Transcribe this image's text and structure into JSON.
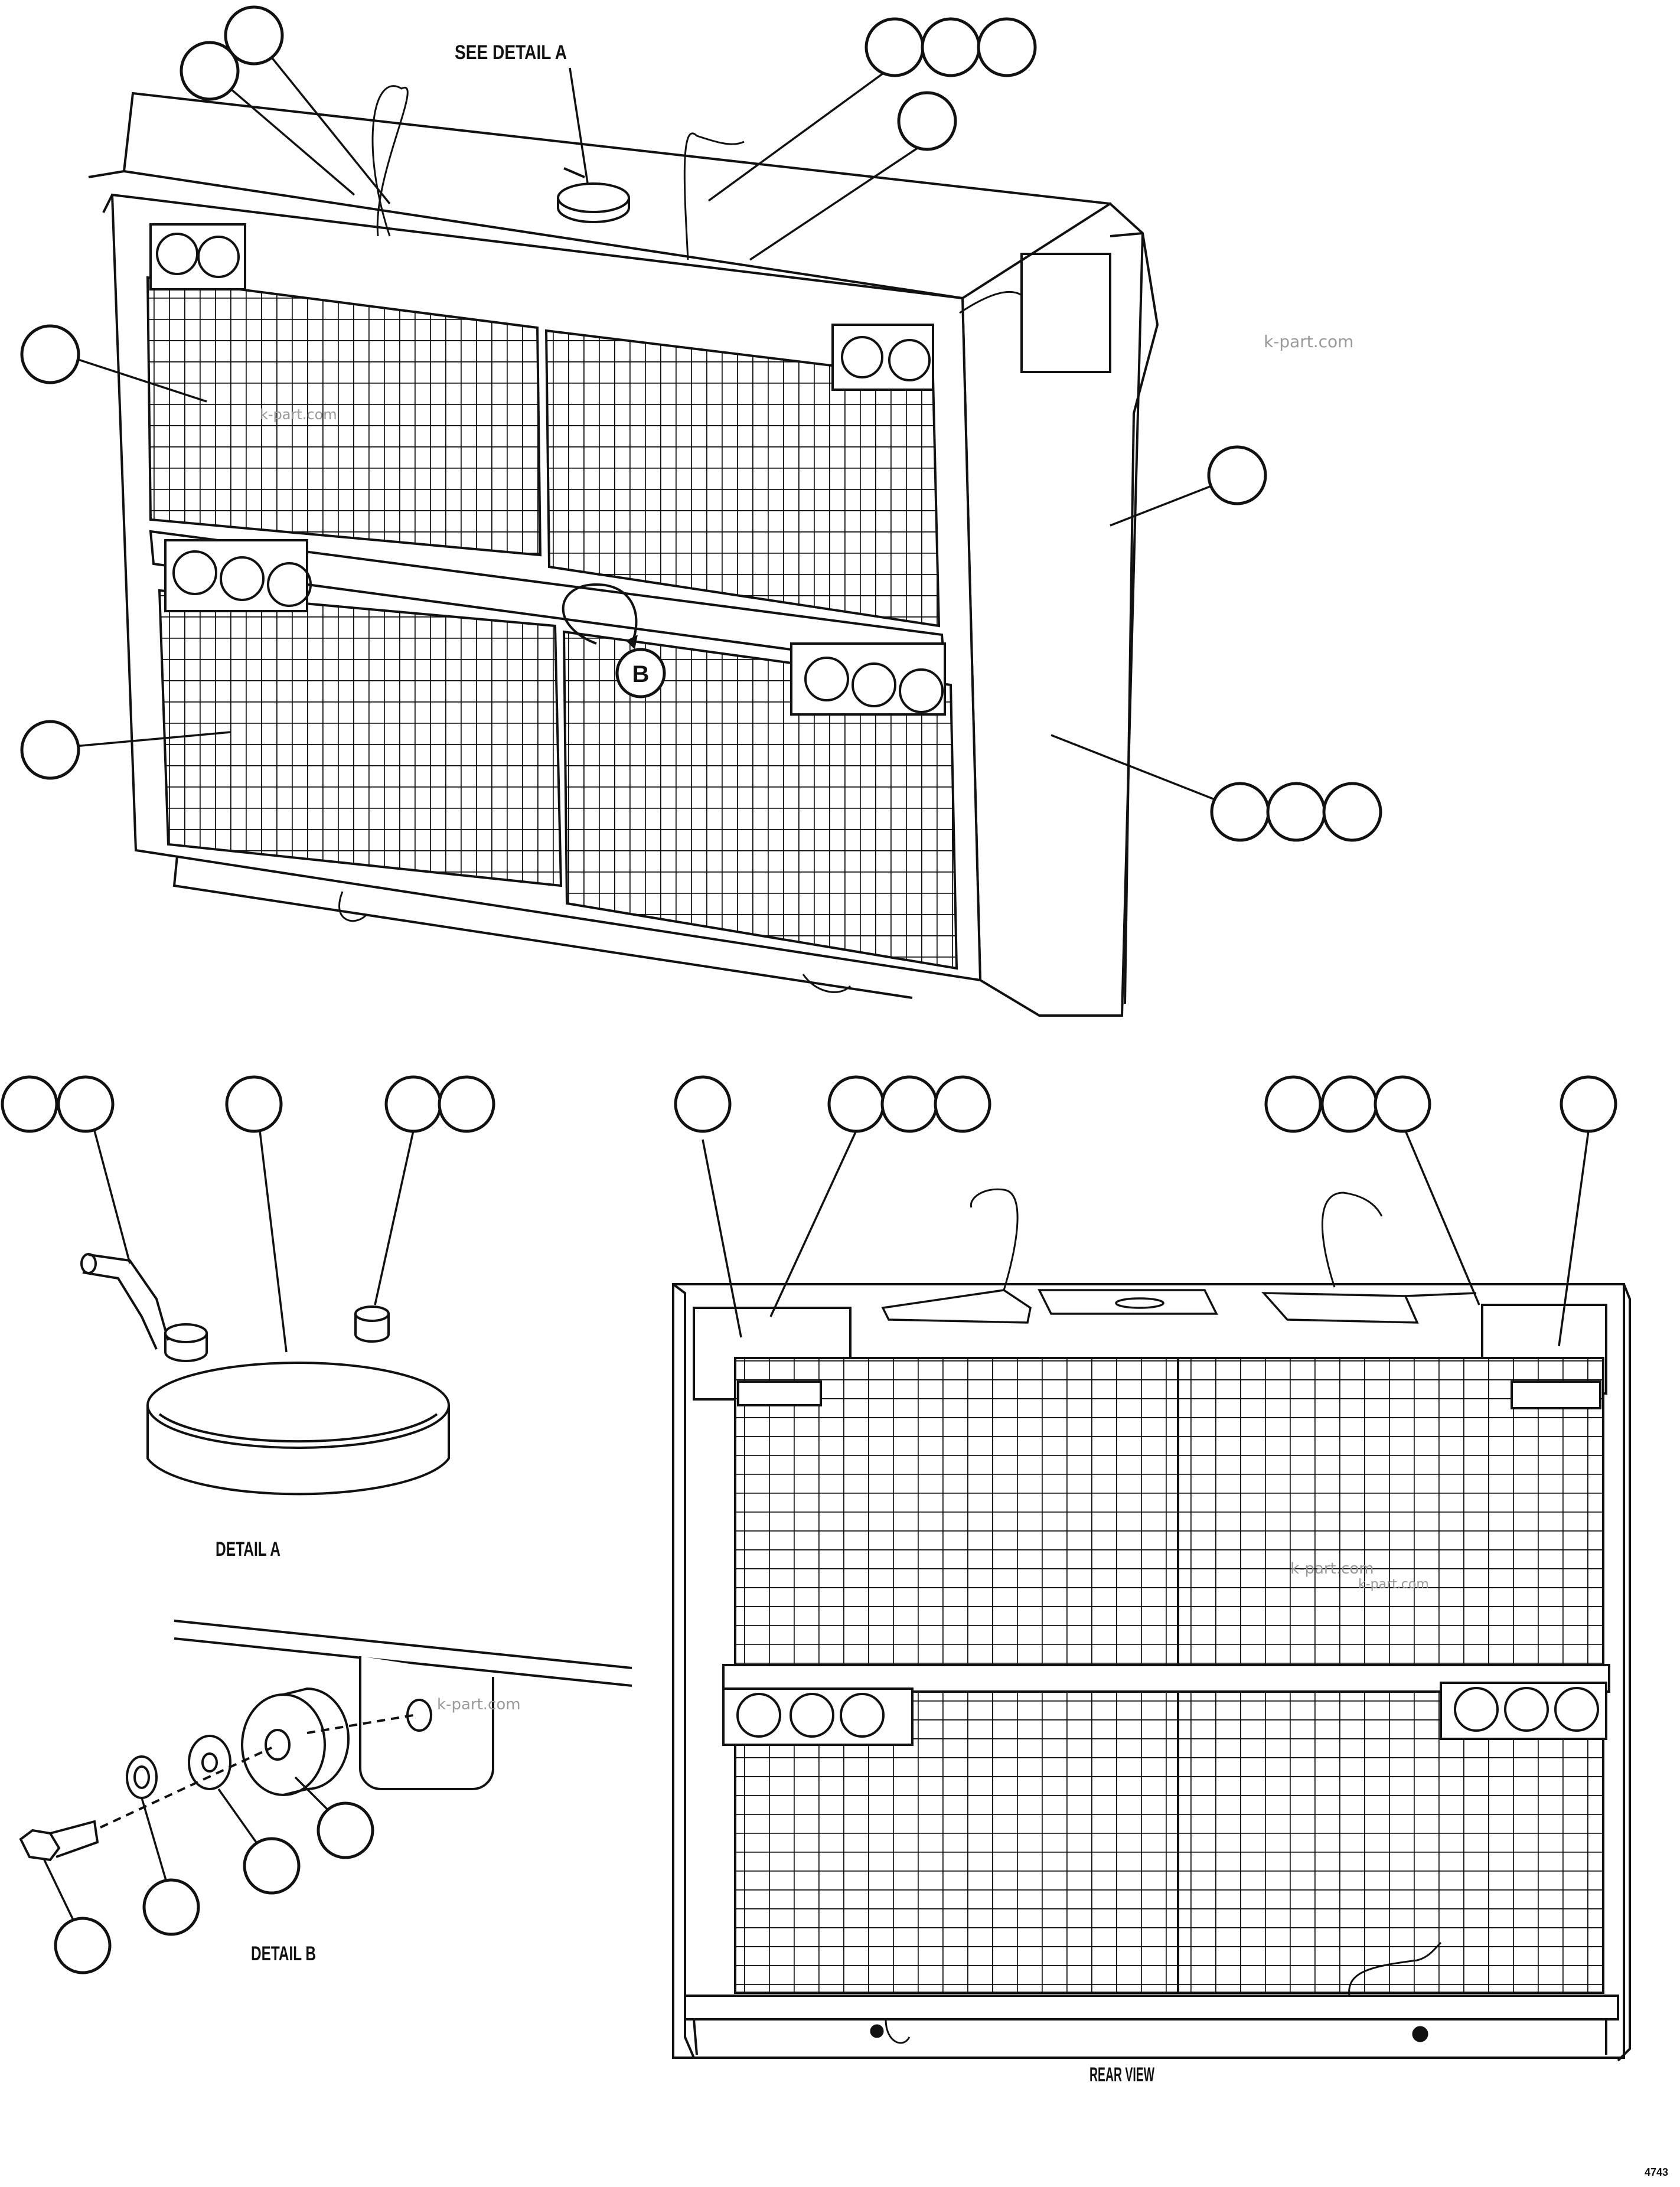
{
  "labels": {
    "see_detail_a": "SEE DETAIL A",
    "detail_a": "DETAIL A",
    "detail_b": "DETAIL B",
    "rear_view": "REAR VIEW",
    "detail_b_marker": "B",
    "drawing_number": "4743"
  },
  "watermarks": [
    "k-part.com",
    "k-part.com",
    "k-part.com",
    "k-part.com",
    "k-part.com"
  ],
  "colors": {
    "line": "#111111",
    "background": "#ffffff",
    "watermark": "#9a9a9a"
  }
}
